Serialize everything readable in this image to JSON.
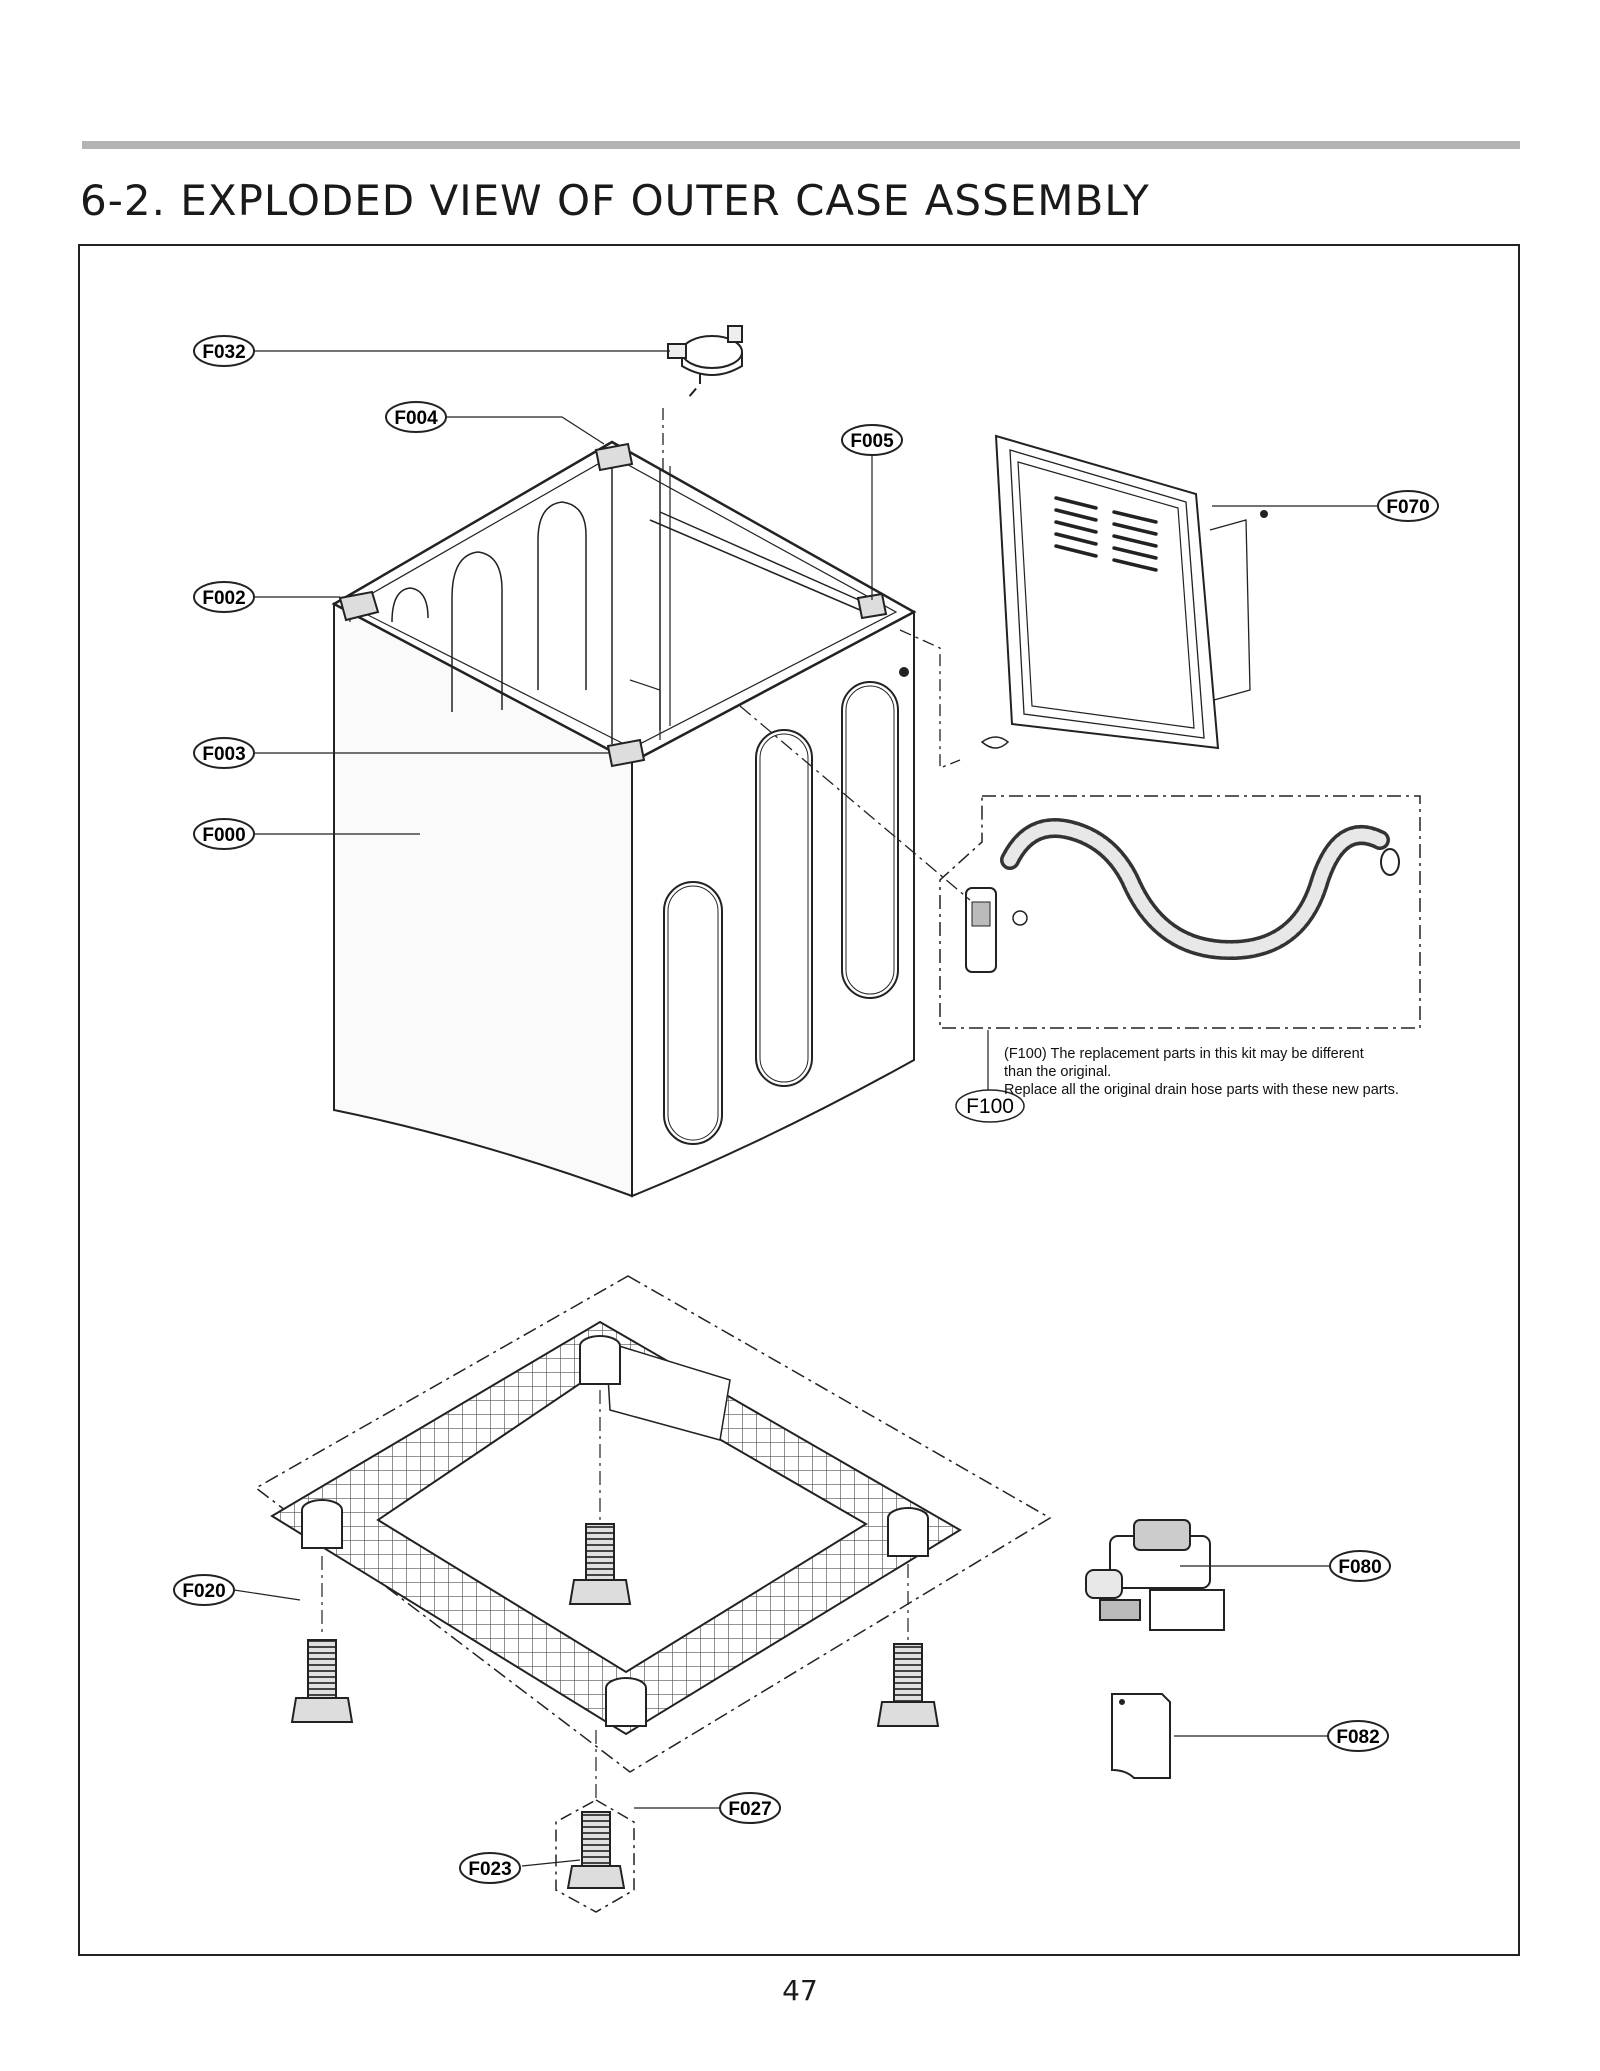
{
  "page": {
    "title": "6-2. EXPLODED VIEW OF OUTER CASE ASSEMBLY",
    "page_number": "47"
  },
  "labels": {
    "f032": "F032",
    "f004": "F004",
    "f005": "F005",
    "f002": "F002",
    "f003": "F003",
    "f000": "F000",
    "f070": "F070",
    "f100": "F100",
    "f020": "F020",
    "f080": "F080",
    "f082": "F082",
    "f027": "F027",
    "f023": "F023"
  },
  "note": {
    "line1": "(F100) The replacement parts in this kit may be different",
    "line2": "than the original.",
    "line3": "Replace all the original drain hose parts with these new parts."
  }
}
